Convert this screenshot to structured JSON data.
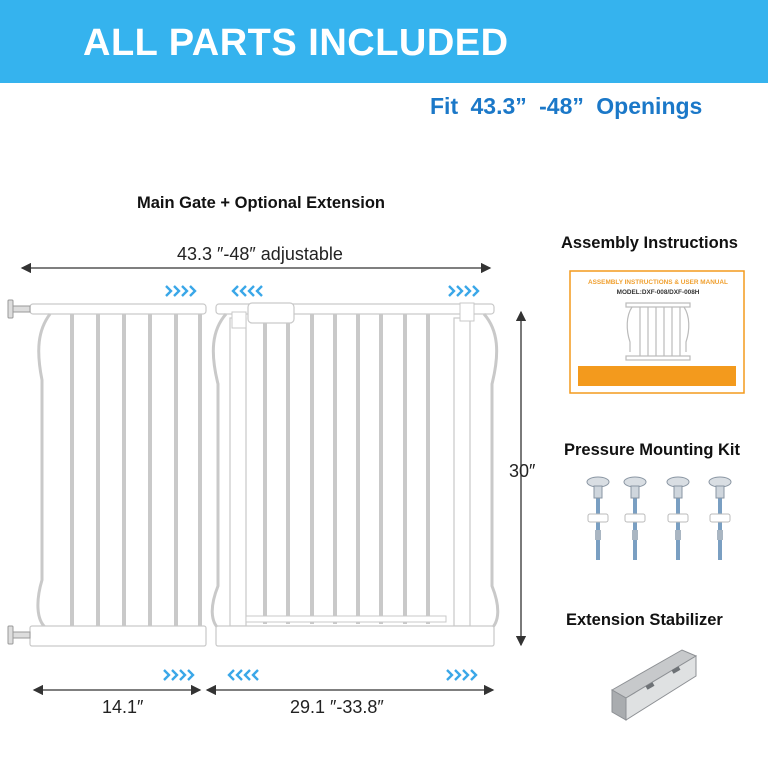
{
  "banner": {
    "title": "ALL PARTS INCLUDED",
    "color": "#35b3ee"
  },
  "fit_text": "Fit 43.3” -48” Openings",
  "gate": {
    "title": "Main Gate + Optional Extension",
    "width_label": "43.3 ″-48″ adjustable",
    "height_label": "30″",
    "extension_width_label": "14.1″",
    "main_width_label": "29.1 ″-33.8″"
  },
  "parts": {
    "assembly": {
      "label": "Assembly Instructions",
      "manual_title": "ASSEMBLY INSTRUCTIONS & USER MANUAL",
      "manual_model": "MODEL:DXF-008/DXF-008H",
      "accent": "#f39a1d"
    },
    "mounting": {
      "label": "Pressure Mounting Kit"
    },
    "stabilizer": {
      "label": "Extension Stabilizer"
    }
  },
  "icons": [
    "chevron-right-icon",
    "chevron-left-icon",
    "dimension-arrow-icon"
  ],
  "arrow_color": "#3aa7e8"
}
